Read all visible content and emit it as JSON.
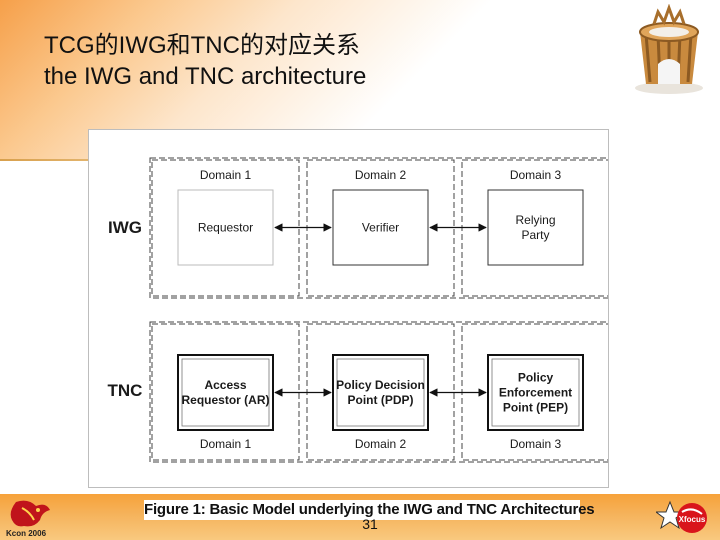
{
  "slide": {
    "title_line1": "TCG的IWG和TNC的对应关系",
    "title_line2": "the IWG and TNC architecture",
    "page_number": "31"
  },
  "figure": {
    "rows": [
      {
        "label": "IWG",
        "boxes": [
          {
            "domain": "Domain 1",
            "lines": [
              "Requestor"
            ],
            "style": "light"
          },
          {
            "domain": "Domain 2",
            "lines": [
              "Verifier"
            ],
            "style": "plain"
          },
          {
            "domain": "Domain 3",
            "lines": [
              "Relying",
              "Party"
            ],
            "style": "plain"
          }
        ]
      },
      {
        "label": "TNC",
        "boxes": [
          {
            "domain": "Domain 1",
            "lines": [
              "Access",
              "Requestor (AR)"
            ],
            "style": "bold"
          },
          {
            "domain": "Domain 2",
            "lines": [
              "Policy Decision",
              "Point (PDP)"
            ],
            "style": "bold"
          },
          {
            "domain": "Domain 3",
            "lines": [
              "Policy",
              "Enforcement",
              "Point (PEP)"
            ],
            "style": "bold"
          }
        ]
      }
    ],
    "caption": "Figure 1: Basic Model underlying the IWG and TNC Architectures"
  },
  "logos": {
    "bottom_left_text": "Kcon 2006",
    "bottom_right_text": "Xfocus"
  },
  "colors": {
    "accent_orange": "#f7a23a",
    "title_text": "#111111",
    "box_border": "#333333"
  }
}
